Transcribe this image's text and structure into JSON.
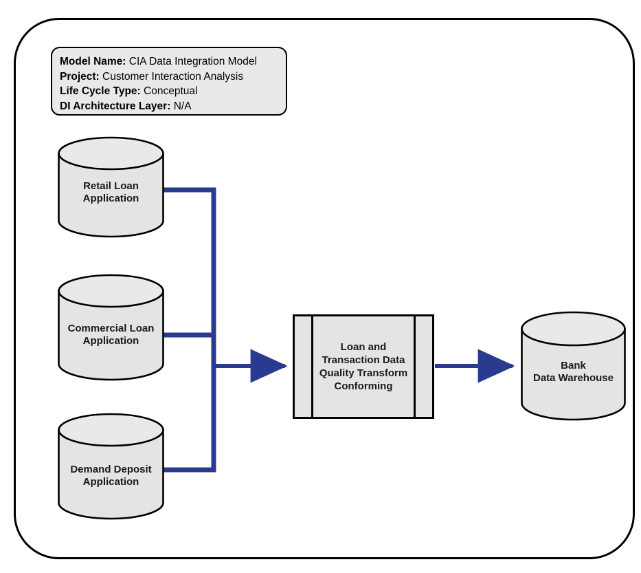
{
  "diagram": {
    "title": "CIA Data Integration Model",
    "frame_color": "#000000",
    "connector_color": "#2a3b8f",
    "node_fill": "#e4e4e4",
    "node_stroke": "#000000"
  },
  "info_box": {
    "fill": "#e9e9e9",
    "rows": [
      {
        "label": "Model Name:",
        "value": "CIA Data Integration Model"
      },
      {
        "label": "Project:",
        "value": "Customer Interaction Analysis"
      },
      {
        "label": "Life Cycle Type:",
        "value": "Conceptual"
      },
      {
        "label": "DI Architecture Layer:",
        "value": "N/A"
      }
    ]
  },
  "sources": [
    {
      "name": "retail-loan-application",
      "line1": "Retail Loan",
      "line2": "Application"
    },
    {
      "name": "commercial-loan-application",
      "line1": "Commercial Loan",
      "line2": "Application"
    },
    {
      "name": "demand-deposit-application",
      "line1": "Demand Deposit",
      "line2": "Application"
    }
  ],
  "process": {
    "name": "loan-and-transaction-data-quality-transform-conforming",
    "lines": [
      "Loan and",
      "Transaction Data",
      "Quality Transform",
      "Conforming"
    ]
  },
  "target": {
    "name": "bank-data-warehouse",
    "line1": "Bank",
    "line2": "Data Warehouse"
  }
}
